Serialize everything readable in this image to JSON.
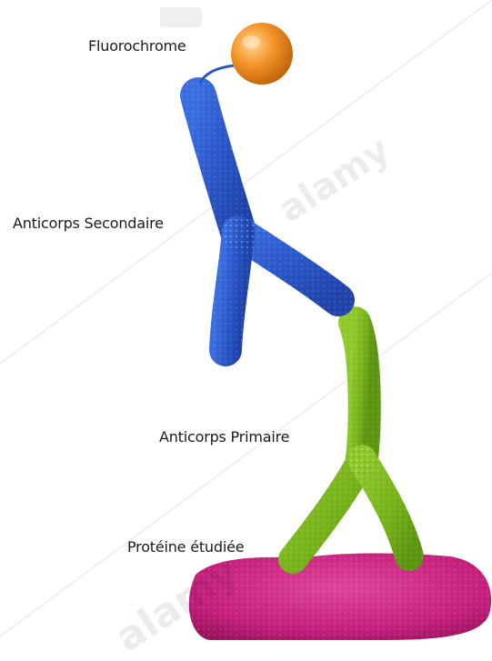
{
  "labels": {
    "fluorochrome": "Fluorochrome",
    "secondary_antibody": "Anticorps Secondaire",
    "primary_antibody": "Anticorps Primaire",
    "protein": "Protéine étudiée"
  },
  "watermark": {
    "text": "alamy"
  },
  "colors": {
    "fluorochrome": "#f08a1c",
    "secondary_antibody": "#2a55c6",
    "primary_antibody": "#7cb51a",
    "protein": "#c41f7c"
  }
}
